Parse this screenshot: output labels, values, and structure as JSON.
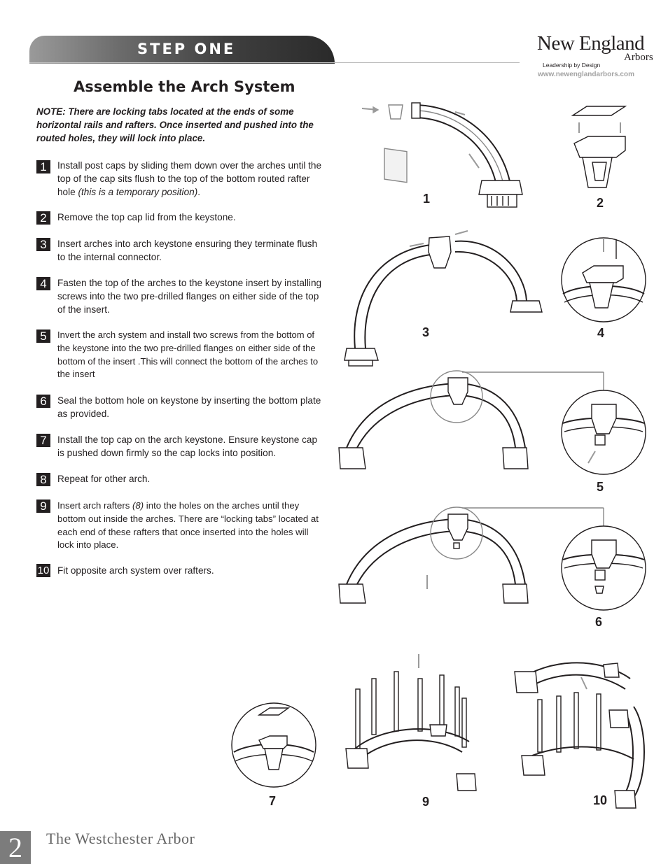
{
  "header": {
    "banner_title": "STEP ONE",
    "logo_main": "New England",
    "logo_sub": "Arbors",
    "logo_tagline": "Leadership by Design",
    "logo_url": "www.newenglandarbors.com"
  },
  "section_title": "Assemble the Arch System",
  "note": "NOTE: There are locking tabs located at the ends of some horizontal rails and rafters. Once inserted and pushed into the routed holes, they will lock into place.",
  "steps": [
    {
      "num": "1",
      "text": "Install post caps by sliding them down over the arches until the top of the cap sits flush to the top of the bottom routed rafter hole ",
      "italic": "(this is a temporary position)",
      "tail": "."
    },
    {
      "num": "2",
      "text": "Remove the top cap lid from the keystone."
    },
    {
      "num": "3",
      "text": "Insert arches into arch keystone ensuring they terminate flush to the internal connector."
    },
    {
      "num": "4",
      "text": "Fasten the top of the arches to the keystone insert by installing screws into the two pre-drilled flanges on either side of the top of the insert."
    },
    {
      "num": "5",
      "text": "Invert the arch system and install two screws from the bottom of the keystone into the two pre-drilled flanges on either side of the bottom of the insert .This will connect the bottom of the arches to the insert"
    },
    {
      "num": "6",
      "text": "Seal the bottom hole on keystone by inserting the bottom plate as provided."
    },
    {
      "num": "7",
      "text": "Install the top cap on the arch keystone. Ensure keystone cap is pushed down firmly so the cap locks into position."
    },
    {
      "num": "8",
      "text": "Repeat for other arch."
    },
    {
      "num": "9",
      "text": "Insert arch rafters ",
      "italic": "(8)",
      "tail": " into the holes on the arches until they bottom out inside the arches. There are “locking tabs” located at each end of these rafters that once inserted into the holes will lock into place."
    },
    {
      "num": "10",
      "text": "Fit opposite arch system over rafters."
    }
  ],
  "figures": {
    "fig1": "1",
    "fig2": "2",
    "fig3": "3",
    "fig4": "4",
    "fig5": "5",
    "fig6": "6",
    "fig7": "7",
    "fig9": "9",
    "fig10": "10"
  },
  "footer": {
    "page_number": "2",
    "title": "The Westchester Arbor"
  }
}
